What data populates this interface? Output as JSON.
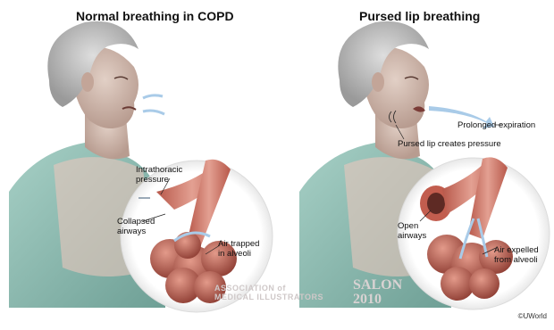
{
  "titles": {
    "left": "Normal breathing in COPD",
    "right": "Pursed lip breathing"
  },
  "left_labels": {
    "intrathoracic_line1": "Intrathoracic",
    "intrathoracic_line2": "pressure",
    "collapsed_line1": "Collapsed",
    "collapsed_line2": "airways",
    "air_trapped_line1": "Air trapped",
    "air_trapped_line2": "in alveoli"
  },
  "right_labels": {
    "prolonged_expiration": "Prolonged expiration",
    "pursed_lip": "Pursed lip creates pressure",
    "open_line1": "Open",
    "open_line2": "airways",
    "air_expelled_line1": "Air expelled",
    "air_expelled_line2": "from alveoli"
  },
  "watermarks": {
    "assoc_line1": "ASSOCIATION of",
    "assoc_line2": "MEDICAL ILLUSTRATORS",
    "salon_line1": "SALON",
    "salon_line2": "2010"
  },
  "credit": "©UWorld",
  "colors": {
    "tissue": "#c96a5a",
    "alveoli": "#b5564a",
    "skin": "#c9b4a8",
    "shirt": "#8fbfb4",
    "hair": "#b9b9b9",
    "airflow": "#a9cbe8"
  }
}
